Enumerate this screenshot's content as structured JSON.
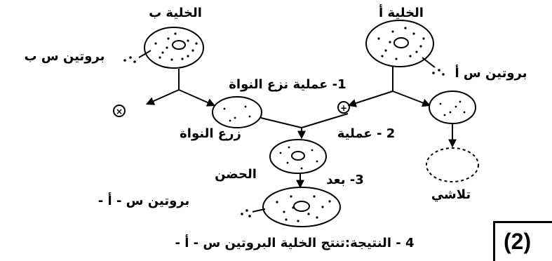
{
  "labels": {
    "cell_b": "الخلية ب",
    "cell_a": "الخلية أ",
    "protein_b": "بروتين س ب",
    "protein_a": "بروتين س أ",
    "step1": "1- عملية نزع النواة",
    "step2_a": "2 - عملية",
    "step2_b": "زرع النواة",
    "step3_a": "3- بعد",
    "step3_b": "الحضن",
    "protein_result": "بروتين س - أ -",
    "disappear": "تلاشي",
    "result": "4 - النتيجة:تنتج الخلية البروتين س - أ -"
  },
  "badge": "(2)"
}
